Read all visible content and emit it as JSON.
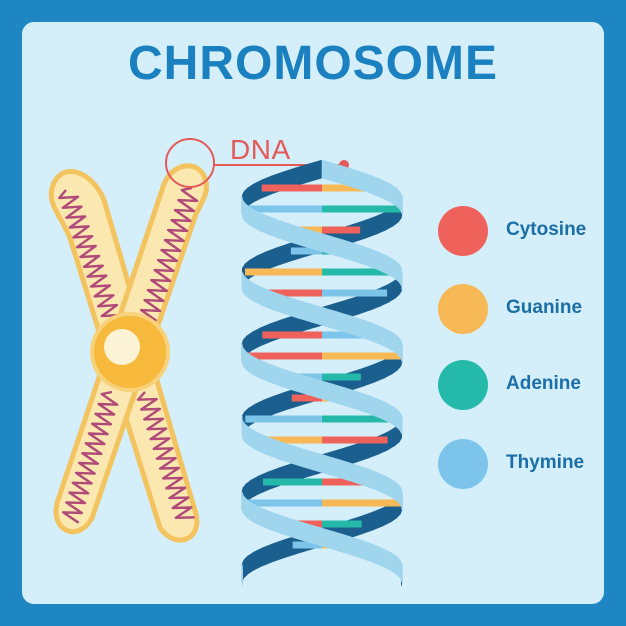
{
  "title": "CHROMOSOME",
  "dna_label": "DNA",
  "legend": [
    {
      "label": "Cytosine",
      "color": "#ef625c",
      "icon": "cytosine-dot-icon"
    },
    {
      "label": "Guanine",
      "color": "#f7b955",
      "icon": "guanine-dot-icon"
    },
    {
      "label": "Adenine",
      "color": "#24b9a8",
      "icon": "adenine-dot-icon"
    },
    {
      "label": "Thymine",
      "color": "#7cc4ea",
      "icon": "thymine-dot-icon"
    }
  ],
  "colors": {
    "frame": "#1f86c4",
    "panel": "#d4eefa",
    "title": "#1a80bf",
    "chromatid_fill": "#fbe7b0",
    "chromatid_outline": "#f2c35e",
    "chromatin_coil": "#b04a78",
    "centromere": "#f6b93b",
    "helix_light": "#9fd6ee",
    "helix_dark": "#1b5f8e",
    "callout": "#e45a58"
  }
}
